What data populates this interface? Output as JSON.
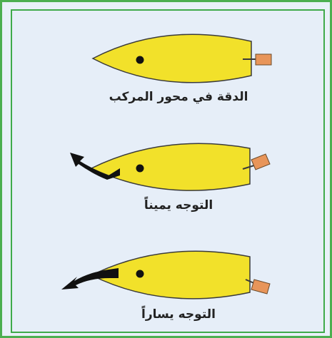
{
  "diagram": {
    "panels": [
      {
        "caption": "الدقة في محور المركب",
        "state": "straight"
      },
      {
        "caption": "التوجه يميناً",
        "state": "turn-right"
      },
      {
        "caption": "التوجه يساراً",
        "state": "turn-left"
      }
    ],
    "colors": {
      "border": "#4caf50",
      "background": "#e6eef8",
      "hull": "#f2e12a",
      "hull_outline": "#3a3a3a",
      "rudder": "#e8955a",
      "arrow": "#111111"
    }
  }
}
